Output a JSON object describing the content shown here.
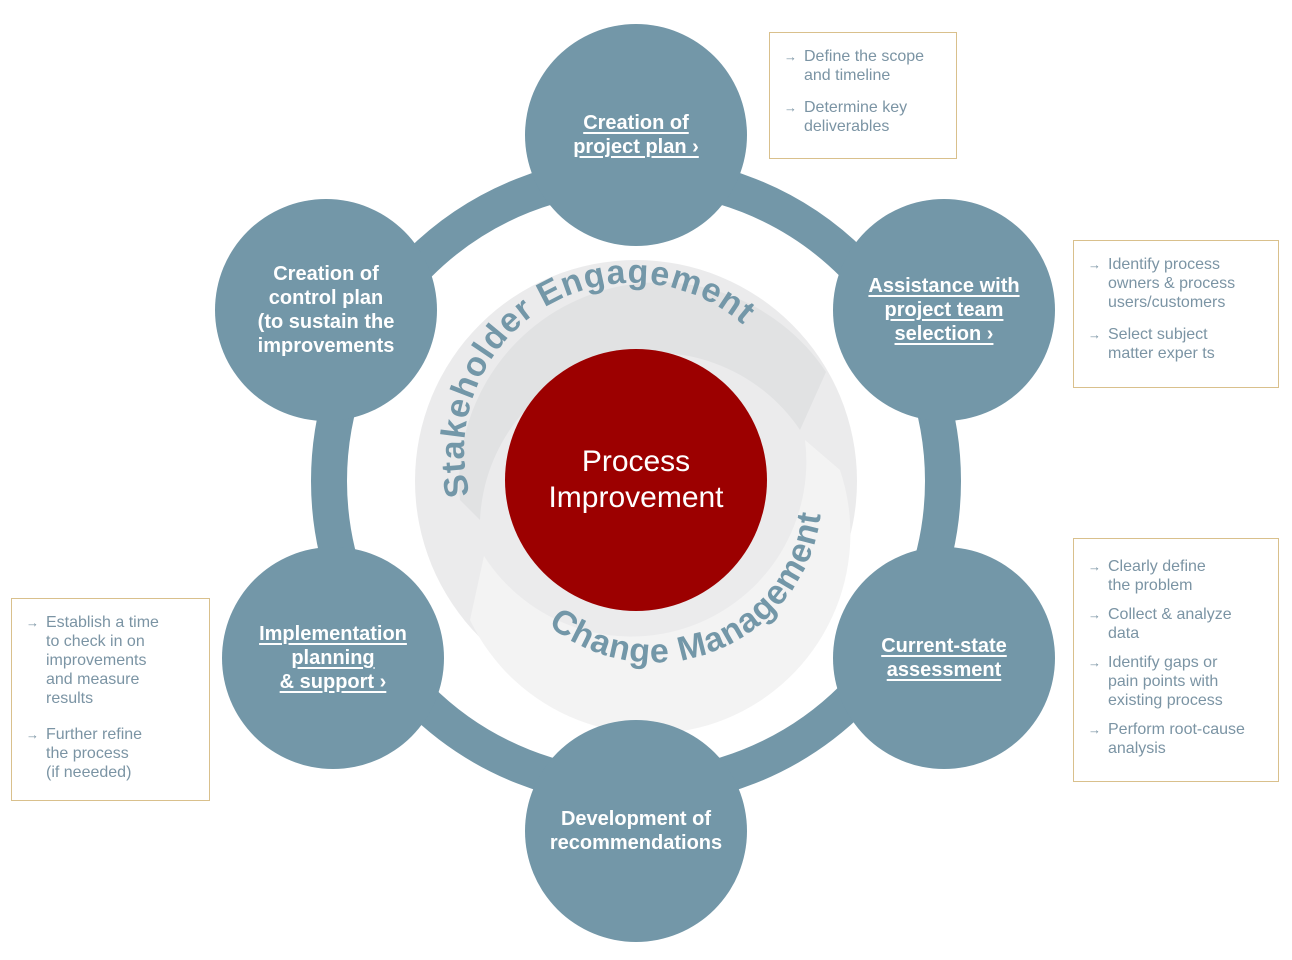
{
  "center": {
    "line1": "Process",
    "line2": "Improvement"
  },
  "ring_labels": {
    "top": "Stakeholder Engagement",
    "bottom": "Change Management"
  },
  "nodes": {
    "project_plan": {
      "line1": "Creation of",
      "line2": "project plan ›"
    },
    "team_selection": {
      "line1": "Assistance with",
      "line2": "project team",
      "line3": "selection ›"
    },
    "current_state": {
      "line1": "Current-state",
      "line2": "assessment"
    },
    "recommendations": {
      "line1": "Development of",
      "line2": "recommendations"
    },
    "implementation": {
      "line1": "Implementation",
      "line2": "planning",
      "line3": "& support ›"
    },
    "control_plan": {
      "line1": "Creation of",
      "line2": "control plan",
      "line3": "(to sustain the",
      "line4": "improvements"
    }
  },
  "boxes": {
    "project_plan": [
      "Define the scope\nand timeline",
      "Determine key\ndeliverables"
    ],
    "team_selection": [
      "Identify process\nowners & process\nusers/customers",
      "Select subject\nmatter exper ts"
    ],
    "current_state": [
      "Clearly define\nthe problem",
      "Collect & analyze\ndata",
      "Identify gaps or\npain points with\nexisting process",
      "Perform root-cause\nanalysis"
    ],
    "implementation": [
      "Establish a time\nto check in on\nimprovements\nand measure\nresults",
      "Further refine\nthe process\n(if neeeded)"
    ]
  },
  "colors": {
    "node": "#7397a8",
    "center": "#9c0000",
    "ring": "#e6e7e8",
    "ring_text": "#7397a8",
    "box_border": "#d9c08c",
    "box_text": "#7b94a4"
  },
  "icons": {
    "bullet": "arrow-right-icon"
  }
}
